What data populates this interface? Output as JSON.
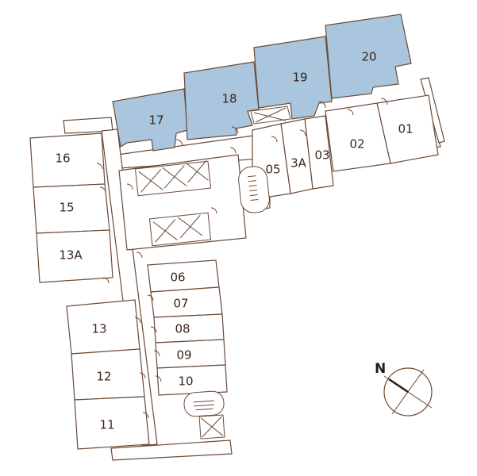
{
  "colors": {
    "outline": "#6b4a36",
    "highlight": "#a9c6de",
    "label": "#3b2417"
  },
  "compass": {
    "north_label": "N",
    "icon": "compass-rose-icon"
  },
  "units": [
    {
      "id": "17",
      "label": "17",
      "highlighted": true
    },
    {
      "id": "18",
      "label": "18",
      "highlighted": true
    },
    {
      "id": "19",
      "label": "19",
      "highlighted": true
    },
    {
      "id": "20",
      "label": "20",
      "highlighted": true
    },
    {
      "id": "01",
      "label": "01",
      "highlighted": false
    },
    {
      "id": "02",
      "label": "02",
      "highlighted": false
    },
    {
      "id": "03",
      "label": "03",
      "highlighted": false
    },
    {
      "id": "3A",
      "label": "3A",
      "highlighted": false
    },
    {
      "id": "05",
      "label": "05",
      "highlighted": false
    },
    {
      "id": "16",
      "label": "16",
      "highlighted": false
    },
    {
      "id": "15",
      "label": "15",
      "highlighted": false
    },
    {
      "id": "13A",
      "label": "13A",
      "highlighted": false
    },
    {
      "id": "13",
      "label": "13",
      "highlighted": false
    },
    {
      "id": "12",
      "label": "12",
      "highlighted": false
    },
    {
      "id": "11",
      "label": "11",
      "highlighted": false
    },
    {
      "id": "06",
      "label": "06",
      "highlighted": false
    },
    {
      "id": "07",
      "label": "07",
      "highlighted": false
    },
    {
      "id": "08",
      "label": "08",
      "highlighted": false
    },
    {
      "id": "09",
      "label": "09",
      "highlighted": false
    },
    {
      "id": "10",
      "label": "10",
      "highlighted": false
    }
  ]
}
